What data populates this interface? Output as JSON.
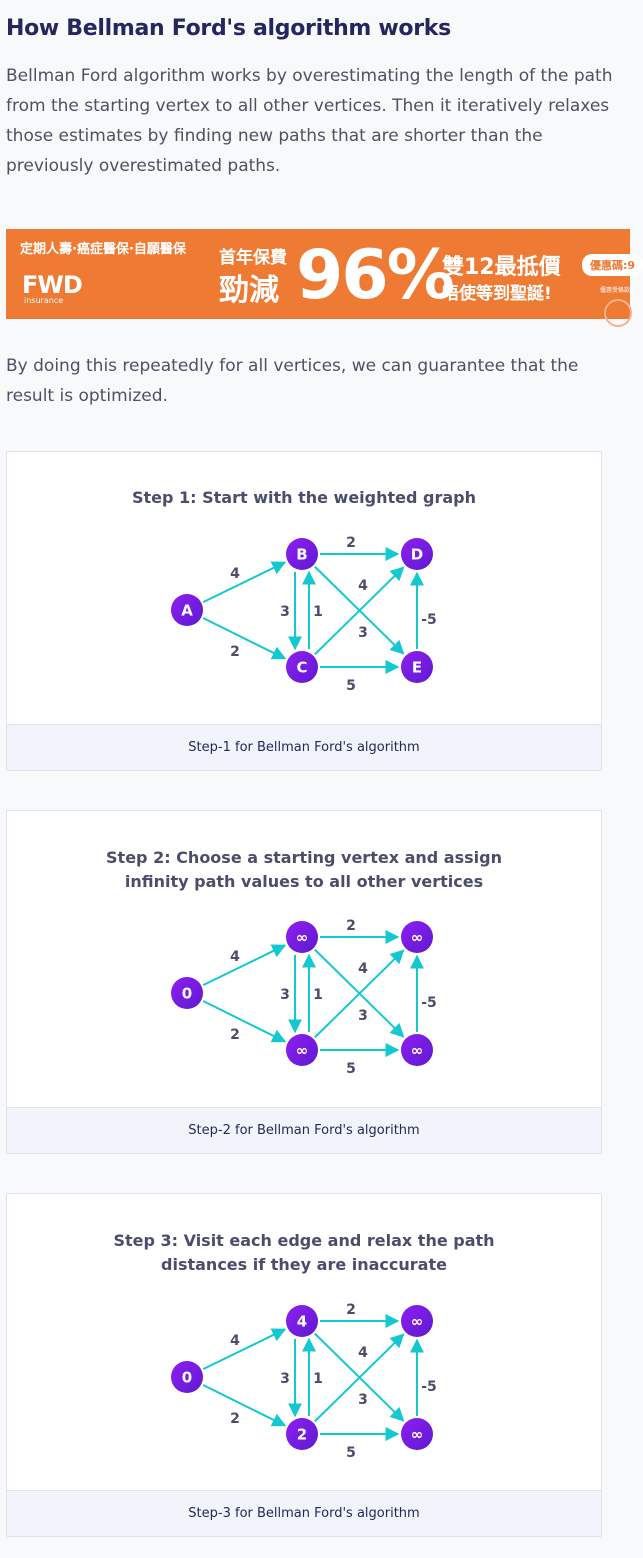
{
  "article": {
    "heading": "How Bellman Ford's algorithm works",
    "intro": "Bellman Ford algorithm works by overestimating the length of the path from the starting vertex to all other vertices. Then it iteratively relaxes those estimates by finding new paths that are shorter than the previously overestimated paths.",
    "repeat": "By doing this repeatedly for all vertices, we can guarantee that the result is optimized."
  },
  "ad": {
    "tagline": "定期人壽·癌症醫保·自願醫保",
    "logo": "FWD",
    "logo_sub": "insurance",
    "first_year": "首年保費",
    "cut": "勁減",
    "percent": "96%",
    "double12": "雙12最抵價",
    "xmas": "唔使等到聖誕!",
    "promo": "優惠碼:9",
    "small": "優惠受條款及"
  },
  "colors": {
    "edge": "#14c8d0",
    "node_gradient_start": "#8e1ff0",
    "node_gradient_end": "#5e1ad1",
    "ad_background": "#ef7a34"
  },
  "figures": [
    {
      "title_lines": [
        "Step 1: Start with the weighted graph"
      ],
      "caption": "Step-1 for Bellman Ford's algorithm",
      "nodes": {
        "A": "A",
        "B": "B",
        "C": "C",
        "D": "D",
        "E": "E"
      },
      "weights": {
        "AB": "4",
        "AC": "2",
        "BD": "2",
        "CB": "1",
        "BC": "3",
        "BE": "3",
        "CD": "4",
        "CE": "5",
        "ED": "-5"
      }
    },
    {
      "title_lines": [
        "Step 2: Choose a starting vertex and assign",
        "infinity path values to all other vertices"
      ],
      "caption": "Step-2 for Bellman Ford's algorithm",
      "nodes": {
        "A": "0",
        "B": "∞",
        "C": "∞",
        "D": "∞",
        "E": "∞"
      },
      "weights": {
        "AB": "4",
        "AC": "2",
        "BD": "2",
        "CB": "1",
        "BC": "3",
        "BE": "3",
        "CD": "4",
        "CE": "5",
        "ED": "-5"
      }
    },
    {
      "title_lines": [
        "Step 3: Visit each edge and relax the path",
        "distances if they are inaccurate"
      ],
      "caption": "Step-3 for Bellman Ford's algorithm",
      "nodes": {
        "A": "0",
        "B": "4",
        "C": "2",
        "D": "∞",
        "E": "∞"
      },
      "weights": {
        "AB": "4",
        "AC": "2",
        "BD": "2",
        "CB": "1",
        "BC": "3",
        "BE": "3",
        "CD": "4",
        "CE": "5",
        "ED": "-5"
      }
    }
  ]
}
